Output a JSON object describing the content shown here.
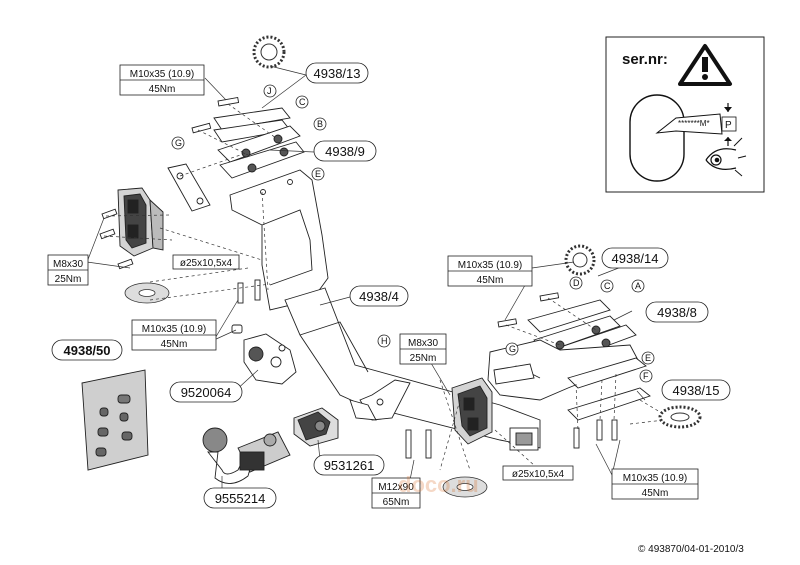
{
  "warning_panel": {
    "title": "ser.nr:",
    "serial_code": "*******M*",
    "marker": "P",
    "icon": "warning-triangle-icon"
  },
  "part_labels": {
    "p4938_13": "4938/13",
    "p4938_9": "4938/9",
    "p4938_4": "4938/4",
    "p4938_14": "4938/14",
    "p4938_8": "4938/8",
    "p4938_15": "4938/15",
    "p4938_50": "4938/50",
    "p9520064": "9520064",
    "p9531261": "9531261",
    "p9555214": "9555214"
  },
  "letters": {
    "a": "A",
    "b": "B",
    "c_left": "C",
    "c_right": "C",
    "d": "D",
    "e_left": "E",
    "e_right": "E",
    "f": "F",
    "g_left": "G",
    "g_right": "G",
    "h": "H",
    "j": "J"
  },
  "torque_boxes": {
    "m10_top_left": {
      "spec": "M10x35 (10.9)",
      "torque": "45Nm"
    },
    "m8_left": {
      "spec": "M8x30",
      "torque": "25Nm"
    },
    "m10_mid_left": {
      "spec": "M10x35 (10.9)",
      "torque": "45Nm"
    },
    "m10_top_right": {
      "spec": "M10x35 (10.9)",
      "torque": "45Nm"
    },
    "m8_center": {
      "spec": "M8x30",
      "torque": "25Nm"
    },
    "m12_center": {
      "spec": "M12x90",
      "torque": "65Nm"
    },
    "m10_bottom_right": {
      "spec": "M10x35 (10.9)",
      "torque": "45Nm"
    }
  },
  "hole_labels": {
    "left": "ø25x10,5x4",
    "right": "ø25x10,5x4"
  },
  "copyright": "© 493870/04-01-2010/3",
  "watermark": "doco.ru"
}
